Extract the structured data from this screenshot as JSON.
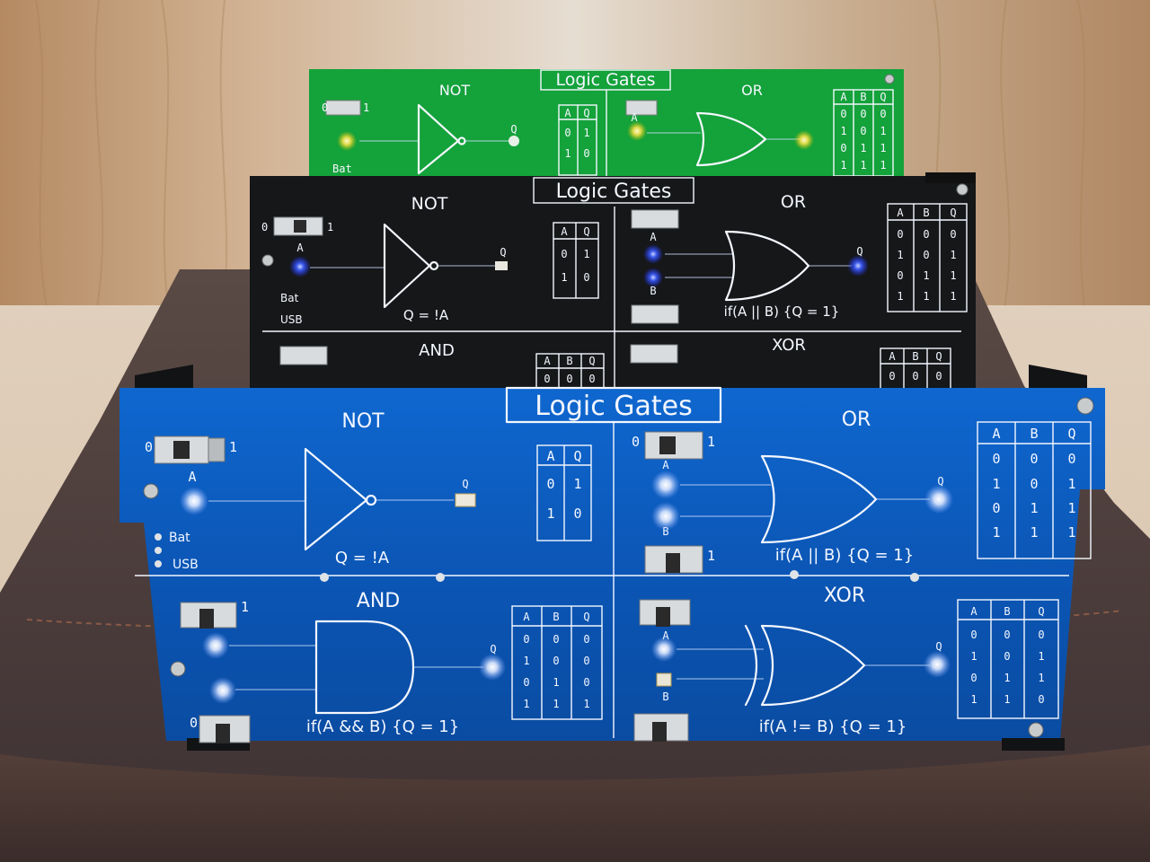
{
  "boards": {
    "front": {
      "title": "Logic Gates",
      "colors": {
        "pcb": "#0d5ec2",
        "silk": "#f4f7ff"
      },
      "not": {
        "label": "NOT",
        "input": "A",
        "output": "Q",
        "equation": "Q = !A",
        "table": {
          "headers": [
            "A",
            "Q"
          ],
          "rows": [
            [
              "0",
              "1"
            ],
            [
              "1",
              "0"
            ]
          ]
        }
      },
      "or": {
        "label": "OR",
        "inputs": [
          "A",
          "B"
        ],
        "output": "Q",
        "equation": "if(A || B) {Q = 1}",
        "table": {
          "headers": [
            "A",
            "B",
            "Q"
          ],
          "rows": [
            [
              "0",
              "0",
              "0"
            ],
            [
              "1",
              "0",
              "1"
            ],
            [
              "0",
              "1",
              "1"
            ],
            [
              "1",
              "1",
              "1"
            ]
          ]
        }
      },
      "and": {
        "label": "AND",
        "output": "Q",
        "equation": "if(A && B) {Q = 1}",
        "table": {
          "headers": [
            "A",
            "B",
            "Q"
          ],
          "rows": [
            [
              "0",
              "0",
              "0"
            ],
            [
              "1",
              "0",
              "0"
            ],
            [
              "0",
              "1",
              "0"
            ],
            [
              "1",
              "1",
              "1"
            ]
          ]
        }
      },
      "xor": {
        "label": "XOR",
        "inputs": [
          "A",
          "B"
        ],
        "output": "Q",
        "equation": "if(A != B) {Q = 1}",
        "table": {
          "headers": [
            "A",
            "B",
            "Q"
          ],
          "rows": [
            [
              "0",
              "0",
              "0"
            ],
            [
              "1",
              "0",
              "1"
            ],
            [
              "0",
              "1",
              "1"
            ],
            [
              "1",
              "1",
              "0"
            ]
          ]
        }
      },
      "switch_labels": {
        "off": "0",
        "on": "1"
      },
      "power": {
        "bat": "Bat",
        "usb": "USB"
      }
    },
    "middle": {
      "title": "Logic Gates",
      "colors": {
        "pcb": "#151719"
      },
      "not": {
        "label": "NOT",
        "input": "A",
        "output": "Q",
        "equation": "Q = !A",
        "table": {
          "headers": [
            "A",
            "Q"
          ],
          "rows": [
            [
              "0",
              "1"
            ],
            [
              "1",
              "0"
            ]
          ]
        }
      },
      "or": {
        "label": "OR",
        "inputs": [
          "A",
          "B"
        ],
        "output": "Q",
        "equation": "if(A || B) {Q = 1}",
        "table": {
          "headers": [
            "A",
            "B",
            "Q"
          ],
          "rows": [
            [
              "0",
              "0",
              "0"
            ],
            [
              "1",
              "0",
              "1"
            ],
            [
              "0",
              "1",
              "1"
            ],
            [
              "1",
              "1",
              "1"
            ]
          ]
        }
      },
      "and": {
        "label": "AND",
        "table_headers": [
          "A",
          "B",
          "Q"
        ],
        "table_row": [
          "0",
          "0",
          "0"
        ]
      },
      "xor": {
        "label": "XOR",
        "table_headers": [
          "A",
          "B",
          "Q"
        ],
        "table_row": [
          "0",
          "0",
          "0"
        ]
      },
      "switch_labels": {
        "off": "0",
        "on": "1"
      },
      "power": {
        "bat": "Bat",
        "usb": "USB"
      }
    },
    "back": {
      "title": "Logic Gates",
      "colors": {
        "pcb": "#14a23a"
      },
      "not": {
        "label": "NOT",
        "output": "Q",
        "table": {
          "headers": [
            "A",
            "Q"
          ],
          "rows": [
            [
              "0",
              "1"
            ],
            [
              "1",
              "0"
            ]
          ]
        }
      },
      "or": {
        "label": "OR",
        "input": "A",
        "table": {
          "headers": [
            "A",
            "B",
            "Q"
          ],
          "rows": [
            [
              "0",
              "0",
              "0"
            ],
            [
              "1",
              "0",
              "1"
            ],
            [
              "0",
              "1",
              "1"
            ],
            [
              "1",
              "1",
              "1"
            ]
          ]
        }
      },
      "switch_labels": {
        "off": "0",
        "on": "1"
      },
      "power": {
        "bat": "Bat"
      }
    }
  }
}
